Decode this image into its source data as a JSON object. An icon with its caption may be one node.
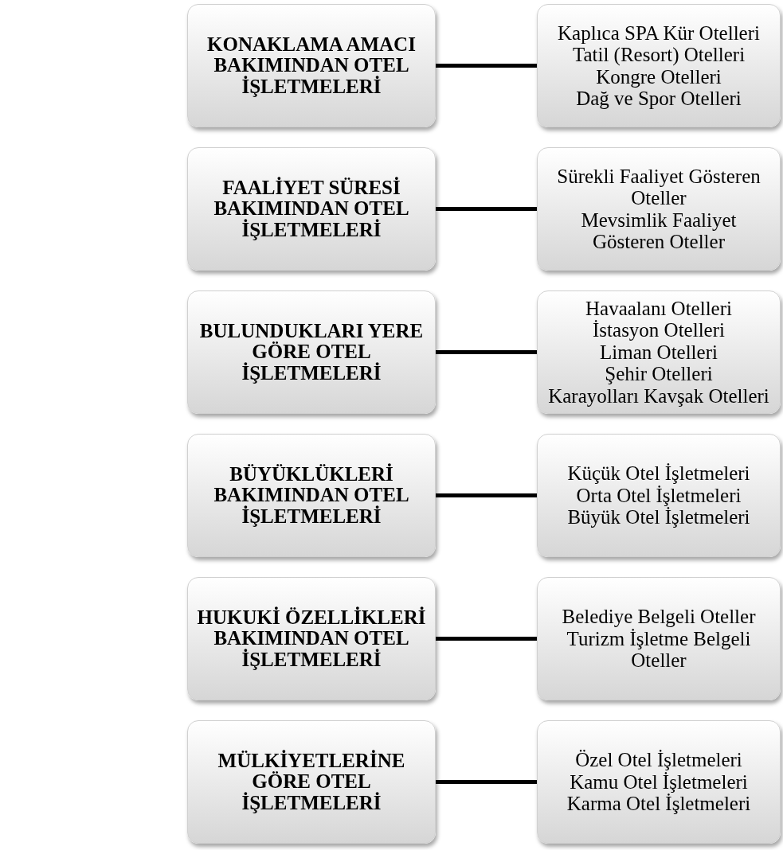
{
  "diagram": {
    "nodes": [
      {
        "text": [
          "KONAKLAMA AMACI BAKIMINDAN OTEL İŞLETMELERİ"
        ]
      },
      {
        "text": [
          "Kaplıca SPA Kür Otelleri",
          "Tatil (Resort) Otelleri",
          "Kongre Otelleri",
          "Dağ ve Spor Otelleri"
        ]
      },
      {
        "text": [
          "FAALİYET SÜRESİ BAKIMINDAN OTEL İŞLETMELERİ"
        ]
      },
      {
        "text": [
          "Sürekli Faaliyet Gösteren Oteller",
          "Mevsimlik Faaliyet Gösteren Oteller"
        ]
      },
      {
        "text": [
          "BULUNDUKLARI YERE GÖRE OTEL İŞLETMELERİ"
        ]
      },
      {
        "text": [
          "Havaalanı Otelleri",
          "İstasyon Otelleri",
          "Liman Otelleri",
          "Şehir Otelleri",
          "Karayolları Kavşak Otelleri"
        ]
      },
      {
        "text": [
          "BÜYÜKLÜKLERİ BAKIMINDAN OTEL İŞLETMELERİ"
        ]
      },
      {
        "text": [
          "Küçük Otel İşletmeleri",
          "Orta Otel İşletmeleri",
          "Büyük Otel İşletmeleri"
        ]
      },
      {
        "text": [
          "HUKUKİ ÖZELLİKLERİ BAKIMINDAN OTEL İŞLETMELERİ"
        ]
      },
      {
        "text": [
          "Belediye Belgeli Oteller",
          "Turizm İşletme Belgeli Oteller"
        ]
      },
      {
        "text": [
          "MÜLKİYETLERİNE GÖRE OTEL İŞLETMELERİ"
        ]
      },
      {
        "text": [
          "Özel Otel İşletmeleri",
          "Kamu Otel İşletmeleri",
          "Karma Otel İşletmeleri"
        ]
      }
    ],
    "edges": [
      {
        "from": 0,
        "to": 1,
        "arrow": "none"
      },
      {
        "from": 2,
        "to": 3,
        "arrow": "none"
      },
      {
        "from": 4,
        "to": 5,
        "arrow": "none"
      },
      {
        "from": 6,
        "to": 7,
        "arrow": "none"
      },
      {
        "from": 8,
        "to": 9,
        "arrow": "none"
      },
      {
        "from": 10,
        "to": 11,
        "arrow": "none"
      }
    ]
  }
}
